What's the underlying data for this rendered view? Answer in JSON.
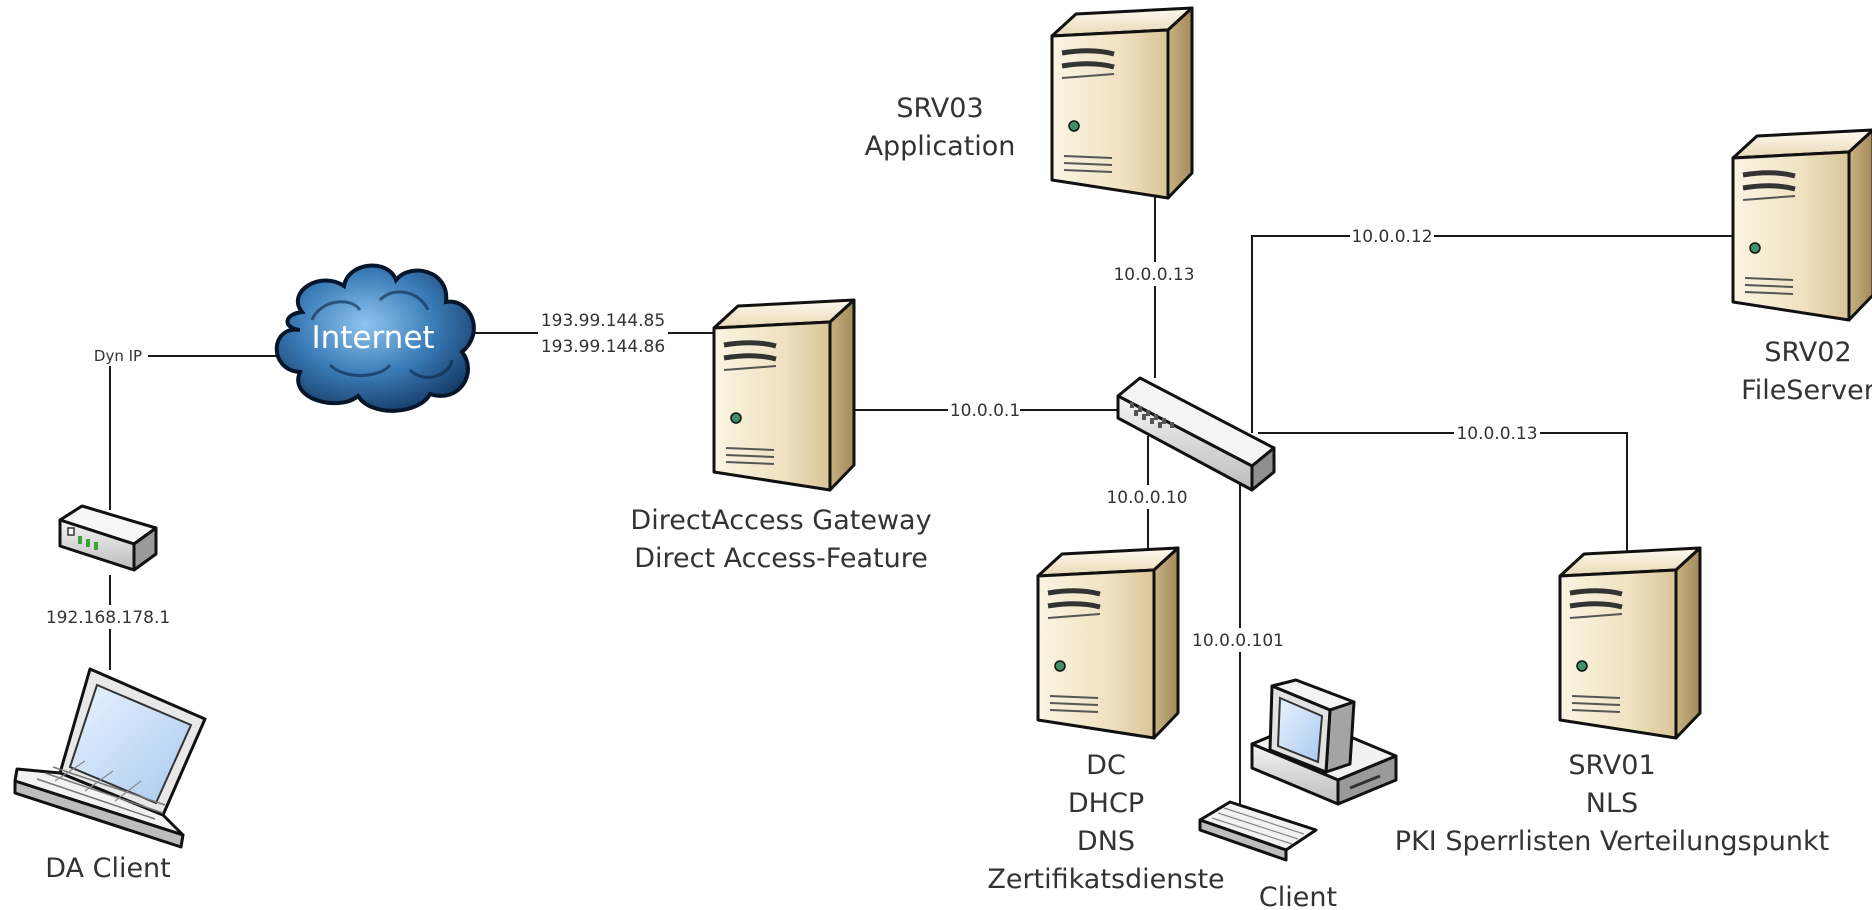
{
  "cloud": {
    "label": "Internet"
  },
  "nodes": {
    "da_client": {
      "label": "DA Client"
    },
    "gateway": {
      "line1": "DirectAccess Gateway",
      "line2": "Direct Access-Feature"
    },
    "srv03": {
      "line1": "SRV03",
      "line2": "Application"
    },
    "srv02": {
      "line1": "SRV02",
      "line2": "FileServer"
    },
    "dc": {
      "line1": "DC",
      "line2": "DHCP",
      "line3": "DNS",
      "line4": "Zertifikatsdienste"
    },
    "client": {
      "label": "Client"
    },
    "srv01": {
      "line1": "SRV01",
      "line2": "NLS",
      "line3": "PKI Sperrlisten Verteilungspunkt"
    }
  },
  "addresses": {
    "dyn_ip": "Dyn IP",
    "router_lan": "192.168.178.1",
    "gw_ext_1": "193.99.144.85",
    "gw_ext_2": "193.99.144.86",
    "gw_int": "10.0.0.1",
    "srv03": "10.0.0.13",
    "srv02": "10.0.0.12",
    "dc": "10.0.0.10",
    "client": "10.0.0.101",
    "srv01": "10.0.0.13"
  },
  "colors": {
    "server_body": "#efe3c4",
    "server_side": "#c9b48a",
    "cloud": "#2f6fa8",
    "line": "#1a1a1a"
  }
}
